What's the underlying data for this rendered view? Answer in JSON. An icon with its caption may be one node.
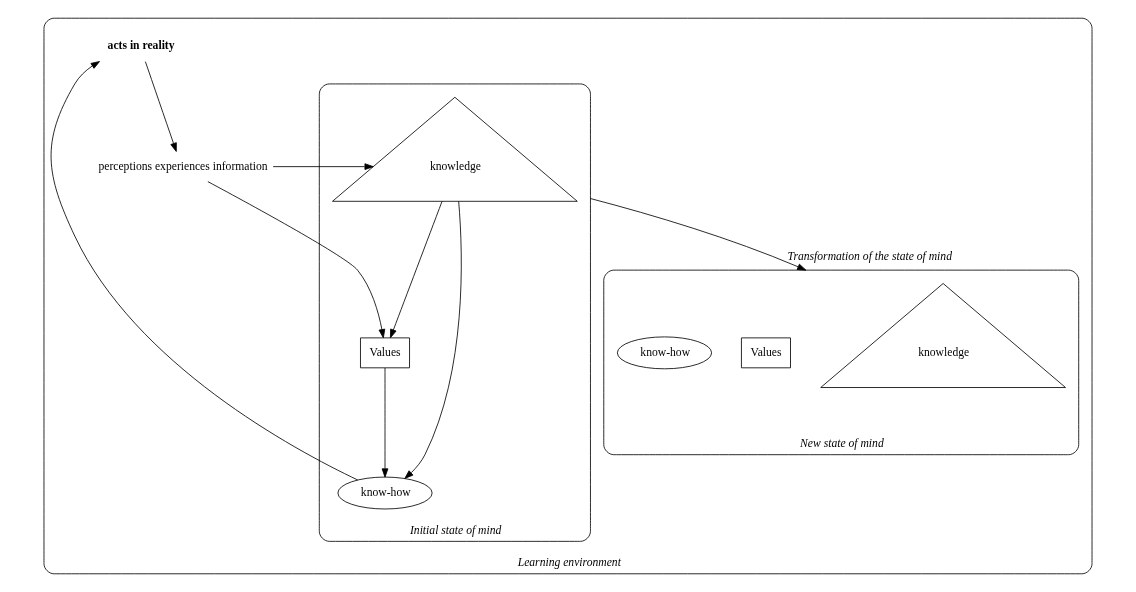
{
  "diagram": {
    "nodes": [
      {
        "text": [
          "Learning environment"
        ]
      },
      {
        "text": [
          "Initial state of mind"
        ],
        "in": 0
      },
      {
        "text": [
          "knowledge"
        ],
        "in": 1
      },
      {
        "text": [
          "Values"
        ],
        "in": 1
      },
      {
        "text": [
          "know-how"
        ],
        "in": 1
      },
      {
        "text": [
          "perceptions experiences information"
        ],
        "in": 0
      },
      {
        "text": [
          "acts in reality"
        ],
        "in": 0
      },
      {
        "text": [
          "New state of mind"
        ],
        "in": 0
      },
      {
        "text": [
          "knowledge"
        ],
        "in": 7
      },
      {
        "text": [
          "Values"
        ],
        "in": 7
      },
      {
        "text": [
          "know-how"
        ],
        "in": 7
      }
    ],
    "edges": [
      {
        "from": 5,
        "to": 2,
        "arrow": "to"
      },
      {
        "from": 5,
        "to": 3,
        "arrow": "to"
      },
      {
        "from": 2,
        "to": 3,
        "arrow": "to"
      },
      {
        "from": 2,
        "to": 4,
        "arrow": "to"
      },
      {
        "from": 3,
        "to": 4,
        "arrow": "to"
      },
      {
        "from": 4,
        "to": 6,
        "arrow": "to"
      },
      {
        "from": 6,
        "to": 5,
        "arrow": "to"
      },
      {
        "from": 1,
        "to": 7,
        "arrow": "to",
        "label": "Transformation of the state of mind"
      }
    ]
  }
}
